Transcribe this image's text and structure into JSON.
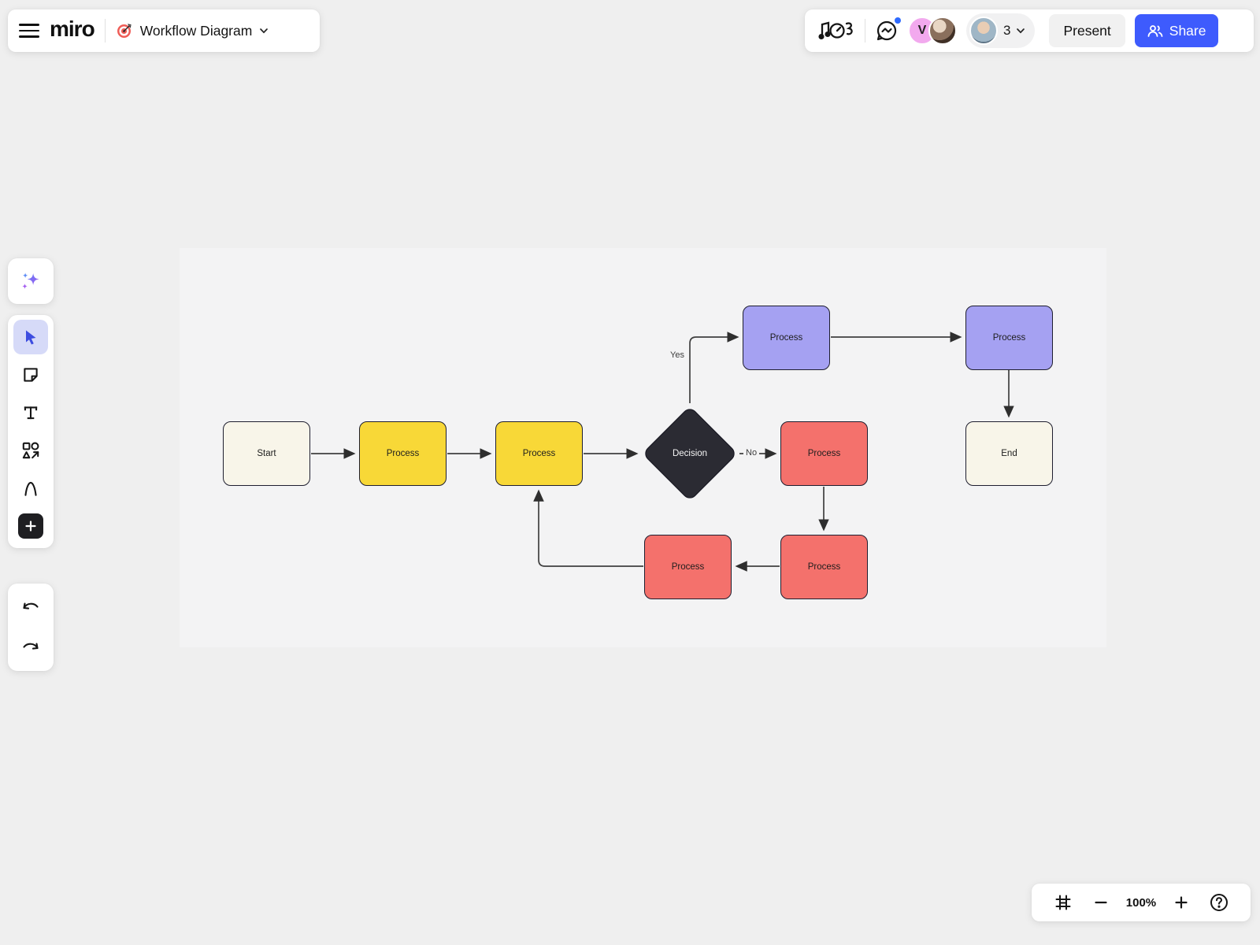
{
  "app": {
    "logo": "miro",
    "board": {
      "title": "Workflow Diagram",
      "icon": "dartboard"
    }
  },
  "header_right": {
    "tools_icon": "music-timer-doodle",
    "chat_icon": "chat-bubble-with-notification",
    "avatars": [
      {
        "type": "initial",
        "label": "V"
      },
      {
        "type": "photo"
      },
      {
        "type": "photo"
      }
    ],
    "collaborator_count": "3",
    "present_label": "Present",
    "share_label": "Share"
  },
  "toolbar": {
    "tools": [
      {
        "name": "ai-assist"
      },
      {
        "name": "select",
        "active": true
      },
      {
        "name": "sticky-note"
      },
      {
        "name": "text"
      },
      {
        "name": "shapes"
      },
      {
        "name": "pen"
      },
      {
        "name": "add"
      },
      {
        "name": "undo"
      },
      {
        "name": "redo"
      }
    ]
  },
  "zoom_controls": {
    "zoom_level": "100%"
  },
  "colors": {
    "canvas_bg": "#efefef",
    "frame_bg": "#f3f3f4",
    "share_blue": "#3e5bfd",
    "node_yellow": "#f8d837",
    "node_purple": "#a5a1f2",
    "node_red": "#f4716c",
    "node_cream": "#f8f5e9",
    "node_dark": "#2b2b33",
    "avatar_pink": "#f2a9ee"
  },
  "diagram": {
    "nodes": [
      {
        "id": "start",
        "label": "Start",
        "shape": "rounded-rect",
        "color": "cream"
      },
      {
        "id": "process-1",
        "label": "Process",
        "shape": "rounded-rect",
        "color": "yellow"
      },
      {
        "id": "process-2",
        "label": "Process",
        "shape": "rounded-rect",
        "color": "yellow"
      },
      {
        "id": "decision",
        "label": "Decision",
        "shape": "diamond",
        "color": "dark"
      },
      {
        "id": "process-yes-1",
        "label": "Process",
        "shape": "rounded-rect",
        "color": "purple"
      },
      {
        "id": "process-yes-2",
        "label": "Process",
        "shape": "rounded-rect",
        "color": "purple"
      },
      {
        "id": "end",
        "label": "End",
        "shape": "rounded-rect",
        "color": "cream"
      },
      {
        "id": "process-no-1",
        "label": "Process",
        "shape": "rounded-rect",
        "color": "red"
      },
      {
        "id": "process-no-2",
        "label": "Process",
        "shape": "rounded-rect",
        "color": "red"
      },
      {
        "id": "process-no-3",
        "label": "Process",
        "shape": "rounded-rect",
        "color": "red"
      }
    ],
    "edge_labels": {
      "yes": "Yes",
      "no": "No"
    },
    "edges": [
      "start -> process-1",
      "process-1 -> process-2",
      "process-2 -> decision",
      "decision -> process-yes-1 (Yes)",
      "process-yes-1 -> process-yes-2",
      "process-yes-2 -> end",
      "decision -> process-no-1 (No)",
      "process-no-1 -> process-no-2",
      "process-no-2 -> process-no-3",
      "process-no-3 -> process-2"
    ]
  }
}
